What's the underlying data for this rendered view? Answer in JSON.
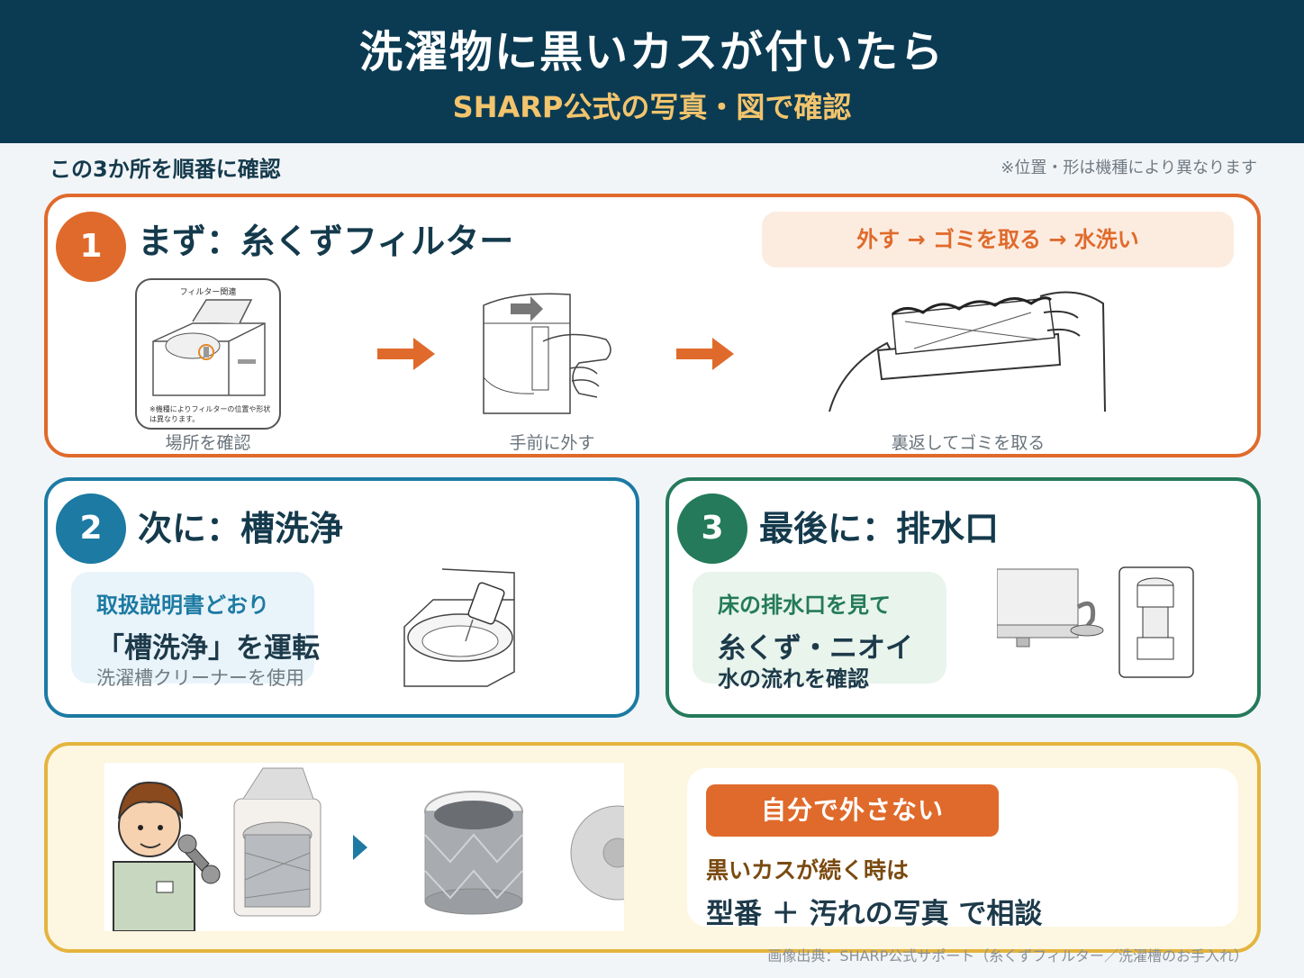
{
  "header": {
    "title": "洗濯物に黒いカスが付いたら",
    "subtitle": "SHARP公式の写真・図で確認"
  },
  "intro": "この3か所を順番に確認",
  "note": "※位置・形は機種により異なります",
  "step1": {
    "number": "1",
    "title": "まず：糸くずフィルター",
    "flow": "外す → ゴミを取る → 水洗い",
    "figure_heading": "フィルター関連",
    "figure_note": "※機種によりフィルターの位置や形状は異なります。",
    "captions": [
      "場所を確認",
      "手前に外す",
      "裏返してゴミを取る"
    ]
  },
  "step2": {
    "number": "2",
    "title": "次に：槽洗浄",
    "line1": "取扱説明書どおり",
    "line2": "「槽洗浄」を運転",
    "line3": "洗濯槽クリーナーを使用"
  },
  "step3": {
    "number": "3",
    "title": "最後に：排水口",
    "line1": "床の排水口を見て",
    "line2": "糸くず・ニオイ",
    "line3": "水の流れを確認"
  },
  "advice": {
    "warning": "自分で外さない",
    "line1": "黒いカスが続く時は",
    "line2": "型番 ＋ 汚れの写真 で相談"
  },
  "credit": "画像出典：SHARP公式サポート（糸くずフィルター／洗濯槽のお手入れ）",
  "colors": {
    "header_bg": "#0b3b52",
    "subtitle": "#f2c46d",
    "step1": "#e06a2b",
    "step2": "#1c7aa3",
    "step3": "#247a5a",
    "advice_border": "#e4b43e"
  }
}
